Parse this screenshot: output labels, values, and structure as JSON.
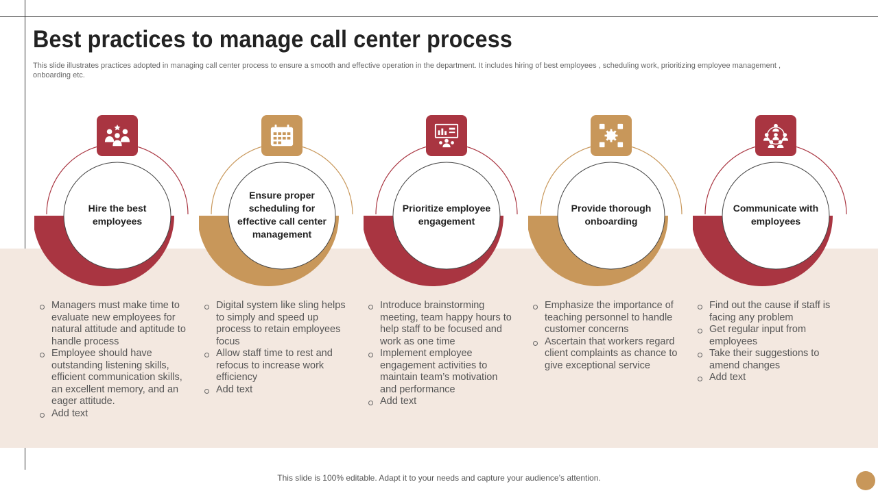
{
  "title": "Best practices to manage call center process",
  "subtitle": "This slide illustrates practices adopted in managing call center process to ensure a smooth and effective operation in the department. It includes  hiring of best employees , scheduling work, prioritizing employee management , onboarding etc.",
  "colors": {
    "red": "#a93541",
    "gold": "#c8975a",
    "band": "#f3e8e0"
  },
  "steps": [
    {
      "icon": "hiring-team-icon",
      "color": "red",
      "label": "Hire the best employees",
      "bullets": [
        "Managers must make time to evaluate new employees for natural attitude and aptitude to handle process",
        "Employee should have outstanding listening skills, efficient communication skills, an excellent memory, and an eager attitude.",
        "Add text"
      ]
    },
    {
      "icon": "calendar-icon",
      "color": "gold",
      "label": "Ensure proper scheduling for effective call center management",
      "bullets": [
        "Digital system like sling helps to simply and speed up process to retain employees focus",
        "Allow staff  time to rest and refocus  to increase work efficiency",
        "Add text"
      ]
    },
    {
      "icon": "presentation-icon",
      "color": "red",
      "label": "Prioritize employee engagement",
      "bullets": [
        "Introduce  brainstorming meeting, team  happy hours to help staff to be focused and work as one time",
        "Implement  employee engagement activities to maintain team’s motivation and performance",
        "Add text"
      ]
    },
    {
      "icon": "gear-process-icon",
      "color": "gold",
      "label": "Provide thorough onboarding",
      "bullets": [
        "Emphasize the importance of teaching personnel to handle customer concerns",
        "Ascertain that workers regard client complaints as chance to give exceptional service"
      ]
    },
    {
      "icon": "team-network-icon",
      "color": "red",
      "label": "Communicate with employees",
      "bullets": [
        "Find out the cause if staff is facing any problem",
        "Get regular input from employees",
        "Take their suggestions to amend changes",
        "Add text"
      ]
    }
  ],
  "footer": "This slide is 100% editable. Adapt it to your needs and capture your audience’s attention."
}
